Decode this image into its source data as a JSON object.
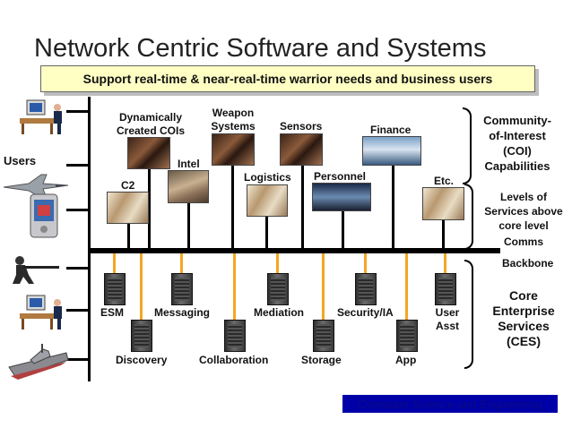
{
  "title": "Network Centric Software and Systems",
  "subtitle": "Support real-time & near-real-time warrior needs and business users",
  "users_label": "Users",
  "coi_nodes": {
    "dynamic": "Dynamically\nCreated COIs",
    "weapon": "Weapon\nSystems",
    "sensors": "Sensors",
    "finance": "Finance",
    "intel": "Intel",
    "c2": "C2",
    "logistics": "Logistics",
    "personnel": "Personnel",
    "etc": "Etc."
  },
  "right_labels": {
    "coi": "Community-\nof-Interest\n(COI)\nCapabilities",
    "levels": "Levels of\nServices above\ncore level",
    "comms": "Comms",
    "backbone": "Backbone",
    "ces": "Core\nEnterprise\nServices\n(CES)"
  },
  "services": {
    "esm": "ESM",
    "messaging": "Messaging",
    "mediation": "Mediation",
    "security": "Security/IA",
    "user_asst": "User\nAsst",
    "discovery": "Discovery",
    "collaboration": "Collaboration",
    "storage": "Storage",
    "app": "App"
  },
  "footer": "Computer Science and Engineering",
  "colors": {
    "subtitle_bg": "#ffffc4",
    "connector": "#f5a623",
    "footer_bar": "#0000a8"
  }
}
